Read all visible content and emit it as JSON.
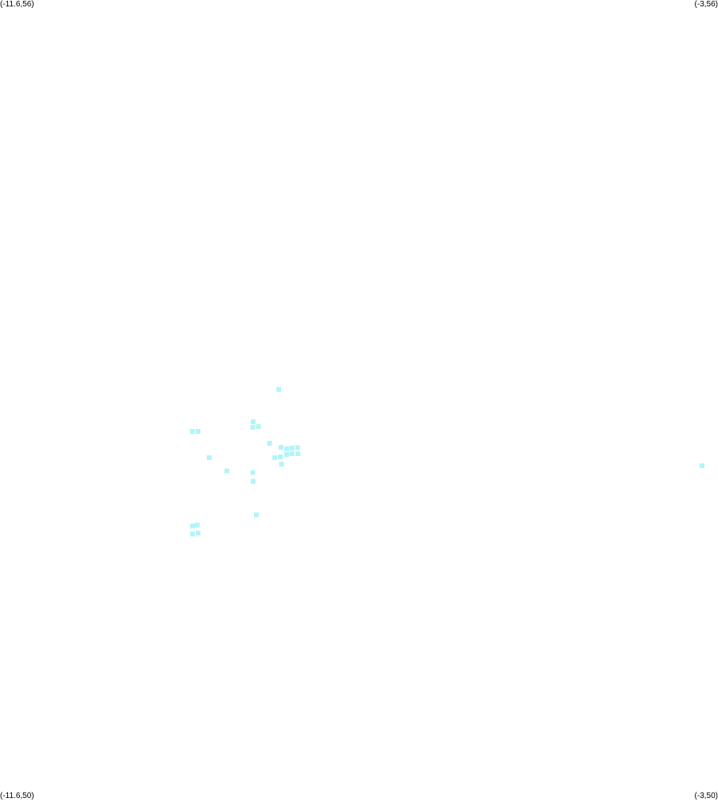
{
  "corner_labels": {
    "top_left": "(-11.6,56)",
    "top_right": "(-3,56)",
    "bottom_left": "(-11.6,50)",
    "bottom_right": "(-3,50)"
  },
  "map": {
    "lon_range": [
      -11.6,
      -3
    ],
    "lat_range": [
      50,
      56
    ],
    "marker_color": "#b3f4f9",
    "marker_shape": "square"
  },
  "points": [
    {
      "lon": -8.263,
      "lat": 53.072
    },
    {
      "lon": -8.566,
      "lat": 52.83
    },
    {
      "lon": -8.506,
      "lat": 52.794
    },
    {
      "lon": -8.572,
      "lat": 52.788
    },
    {
      "lon": -9.295,
      "lat": 52.758
    },
    {
      "lon": -9.229,
      "lat": 52.758
    },
    {
      "lon": -8.372,
      "lat": 52.668
    },
    {
      "lon": -8.232,
      "lat": 52.638
    },
    {
      "lon": -8.168,
      "lat": 52.626
    },
    {
      "lon": -8.104,
      "lat": 52.632
    },
    {
      "lon": -8.038,
      "lat": 52.634
    },
    {
      "lon": -8.104,
      "lat": 52.59
    },
    {
      "lon": -8.168,
      "lat": 52.584
    },
    {
      "lon": -8.032,
      "lat": 52.59
    },
    {
      "lon": -8.308,
      "lat": 52.56
    },
    {
      "lon": -8.244,
      "lat": 52.566
    },
    {
      "lon": -8.226,
      "lat": 52.512
    },
    {
      "lon": -9.094,
      "lat": 52.56
    },
    {
      "lon": -8.884,
      "lat": 52.458
    },
    {
      "lon": -8.572,
      "lat": 52.446
    },
    {
      "lon": -8.566,
      "lat": 52.38
    },
    {
      "lon": -3.191,
      "lat": 52.5
    },
    {
      "lon": -8.53,
      "lat": 52.128
    },
    {
      "lon": -9.295,
      "lat": 52.044
    },
    {
      "lon": -9.235,
      "lat": 52.05
    },
    {
      "lon": -9.295,
      "lat": 51.984
    },
    {
      "lon": -9.229,
      "lat": 51.99
    }
  ]
}
